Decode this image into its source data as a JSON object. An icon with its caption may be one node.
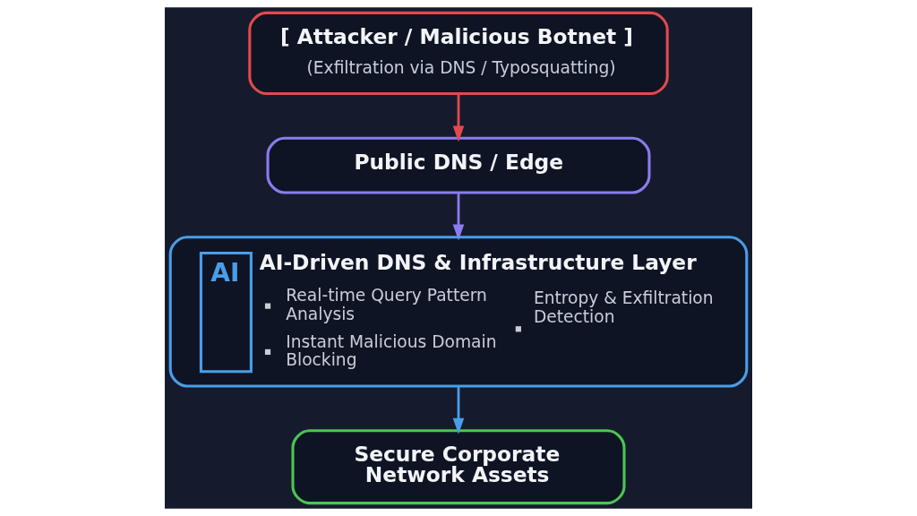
{
  "diagram": {
    "nodes": [
      {
        "text": [
          "[ Attacker / Malicious Botnet ]",
          "(Exfiltration via DNS / Typosquatting)"
        ]
      },
      {
        "text": [
          "Public DNS / Edge"
        ]
      },
      {
        "text": [
          "AI",
          "AI-Driven DNS & Infrastructure Layer",
          "Real-time Query Pattern Analysis",
          "Instant Malicious Domain Blocking",
          "Entropy & Exfiltration Detection"
        ]
      },
      {
        "text": [
          "Secure Corporate Network Assets"
        ]
      }
    ],
    "edges": [
      {
        "from": 0,
        "to": 1,
        "arrow": "to",
        "color": "#e5484d"
      },
      {
        "from": 1,
        "to": 2,
        "arrow": "to",
        "color": "#8b7cf0"
      },
      {
        "from": 2,
        "to": 3,
        "arrow": "to",
        "color": "#4a9ee8"
      }
    ]
  }
}
